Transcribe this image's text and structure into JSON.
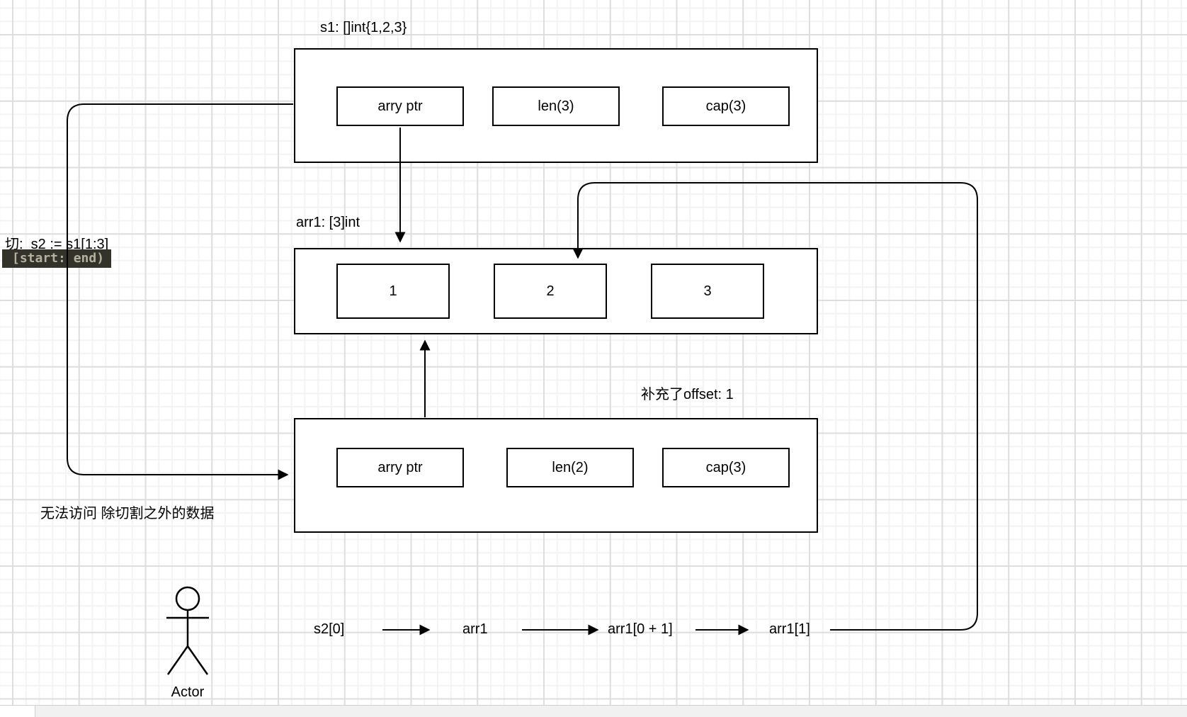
{
  "colors": {
    "stroke": "#000000",
    "badge_bg": "#33332b",
    "badge_fg": "#b5b1a0",
    "grid_minor": "#f3f3f3",
    "grid_major": "#dedede"
  },
  "s1_box": {
    "label": "s1: []int{1,2,3}",
    "cells": [
      {
        "label": "arry ptr"
      },
      {
        "label": "len(3)"
      },
      {
        "label": "cap(3)"
      }
    ]
  },
  "arr1_box": {
    "label": "arr1: [3]int",
    "cells": [
      {
        "label": "1"
      },
      {
        "label": "2"
      },
      {
        "label": "3"
      }
    ]
  },
  "s2_box": {
    "label": "补充了offset: 1",
    "cells": [
      {
        "label": "arry ptr"
      },
      {
        "label": "len(2)"
      },
      {
        "label": "cap(3)"
      }
    ]
  },
  "annotations": {
    "slice_expression": "切:  s2 := s1[1:3]",
    "range_badge": "[start: end)",
    "no_access_note": "无法访问 除切割之外的数据"
  },
  "flow": {
    "steps": [
      {
        "label": "s2[0]"
      },
      {
        "label": "arr1"
      },
      {
        "label": "arr1[0 + 1]"
      },
      {
        "label": "arr1[1]"
      }
    ]
  },
  "actor": {
    "label": "Actor"
  }
}
